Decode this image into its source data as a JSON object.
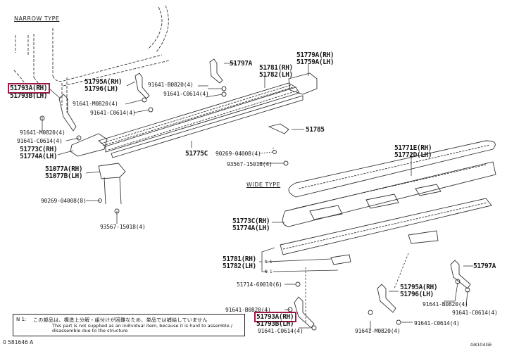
{
  "diagram": {
    "title_narrow": "NARROW TYPE",
    "title_wide": "WIDE TYPE",
    "highlight_color": "#a01840",
    "narrow_labels": {
      "p51793a": "51793A(RH)",
      "p51793b": "51793B(LH)",
      "p51795a": "51795A(RH)",
      "p51796": "51796(LH)",
      "h_m0820_a": "91641-M0820(4)",
      "h_c0614_a": "91641-C0614(4)",
      "p51797a": "51797A",
      "h_b0820_a": "91641-B0820(4)",
      "h_c0614_b": "91641-C0614(4)",
      "p51781": "51781(RH)",
      "p51782": "51782(LH)",
      "p51779a": "51779A(RH)",
      "p51759a": "51759A(LH)",
      "p51785": "51785",
      "h_m0820_b": "91641-M0820(4)",
      "h_c0614_c": "91641-C0614(4)",
      "p51773c": "51773C(RH)",
      "p51774a": "51774A(LH)",
      "p51775c": "51775C",
      "b_90269_a": "90269-04008(4)",
      "b_93567_a": "93567-15018(4)",
      "p51077a": "51077A(RH)",
      "p51077b": "51077B(LH)",
      "b_90269_b": "90269-04008(8)",
      "b_93567_b": "93567-15018(4)"
    },
    "wide_labels": {
      "p51771e": "51771E(RH)",
      "p51772d": "51772D(LH)",
      "p51773c": "51773C(RH)",
      "p51774a": "51774A(LH)",
      "p51781": "51781(RH)",
      "p51782": "51782(LH)",
      "n1": "N 1",
      "n2": "N 1",
      "b_51714": "51714-60010(6)",
      "p51797a": "51797A",
      "p51795a": "51795A(RH)",
      "p51796": "51796(LH)",
      "h_b0820_a": "91641-B0820(4)",
      "h_c0614_a": "91641-C0614(4)",
      "h_b0820_b": "91641-B0820(4)",
      "h_c0614_b": "91641-C0614(4)",
      "h_c0614_c": "91641-C0614(4)",
      "h_m0820": "91641-M0820(4)",
      "p51793a": "51793A(RH)",
      "p51793b": "51793B(LH)"
    },
    "note": {
      "marker": "N 1:",
      "jp": "この部品は、構造上分解・組付けが困難なため、単品では補給していません",
      "en": "This part is not supplied as an individual item, because it is hard to assemble / disassemble due to the structure"
    },
    "footer_left": "0 581646 A",
    "footer_right": "G8104GE"
  }
}
